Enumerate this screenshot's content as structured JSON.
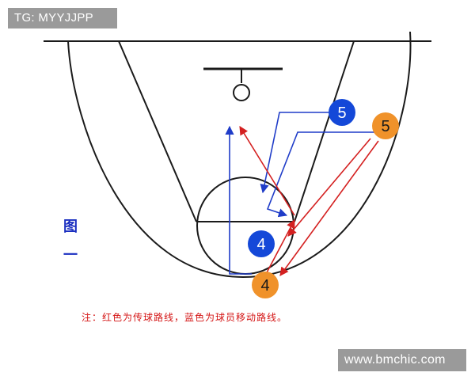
{
  "watermark_top": "TG: MYYJJPP",
  "watermark_bottom": "www.bmchic.com",
  "figure_label": [
    "图",
    "一"
  ],
  "legend_note": "注：红色为传球路线，蓝色为球员移动路线。",
  "players": [
    {
      "id": "blue-5",
      "label": "5",
      "team": "blue"
    },
    {
      "id": "orange-5",
      "label": "5",
      "team": "orange"
    },
    {
      "id": "blue-4",
      "label": "4",
      "team": "blue"
    },
    {
      "id": "orange-4",
      "label": "4",
      "team": "orange"
    }
  ],
  "colors": {
    "court_line": "#1a1a1a",
    "pass_route": "#d42020",
    "move_route": "#1f3cc8",
    "blue_player": "#1448d8",
    "orange_player": "#f0922a",
    "label_blue": "#1a2ec0",
    "note_red": "#d41414"
  }
}
